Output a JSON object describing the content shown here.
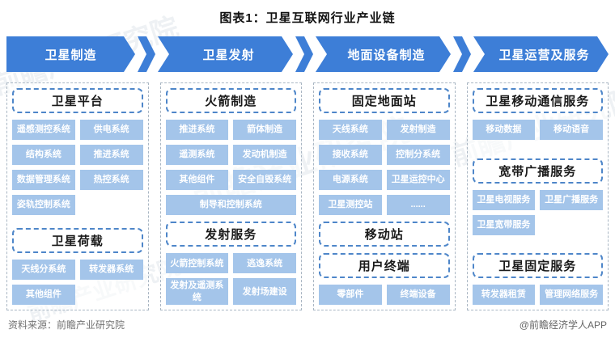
{
  "title": "图表1：卫星互联网行业产业链",
  "watermark": {
    "text": "前瞻产业研究院"
  },
  "colors": {
    "arrow_blue": "#3d7ed7",
    "item_blue": "#a4c5ea",
    "section_border_blue": "#4e86c9",
    "outer_border_gray": "#a9b6c3"
  },
  "columns": [
    {
      "header": "卫星制造",
      "sections": [
        {
          "title": "卫星平台",
          "items": [
            "遥感测控系统",
            "供电系统",
            "结构系统",
            "推进系统",
            "数据管理系统",
            "热控系统",
            "姿轨控制系统"
          ]
        },
        {
          "title": "卫星荷载",
          "items": [
            "天线分系统",
            "转发器系统",
            "其他组件"
          ]
        }
      ]
    },
    {
      "header": "卫星发射",
      "sections": [
        {
          "title": "火箭制造",
          "items": [
            "推进系统",
            "箭体制造",
            "遥测系统",
            "发动机制造",
            "其他组件",
            "安全自毁系统",
            "制导和控制系统"
          ]
        },
        {
          "title": "发射服务",
          "items": [
            "火箭控制系统",
            "逃逸系统",
            "发射及遥测系统",
            "发射场建设"
          ]
        }
      ]
    },
    {
      "header": "地面设备制造",
      "sections": [
        {
          "title": "固定地面站",
          "items": [
            "天线系统",
            "发射制造",
            "接收系统",
            "控制分系统",
            "电源系统",
            "卫星运控中心",
            "卫星测控站",
            "......"
          ]
        },
        {
          "title": "移动站",
          "items": []
        },
        {
          "title": "用户终端",
          "items": [
            "零部件",
            "终端设备"
          ]
        }
      ]
    },
    {
      "header": "卫星运营及服务",
      "sections": [
        {
          "title": "卫星移动通信服务",
          "items": [
            "移动数据",
            "移动语音"
          ]
        },
        {
          "title": "宽带广播服务",
          "items": [
            "卫星电视服务",
            "卫星广播服务",
            "卫星宽带服务"
          ]
        },
        {
          "title": "卫星固定服务",
          "items": [
            "转发器租赁",
            "管理网络服务"
          ]
        }
      ]
    }
  ],
  "footer": {
    "source": "资料来源：前瞻产业研究院",
    "credit": "@前瞻经济学人APP"
  }
}
